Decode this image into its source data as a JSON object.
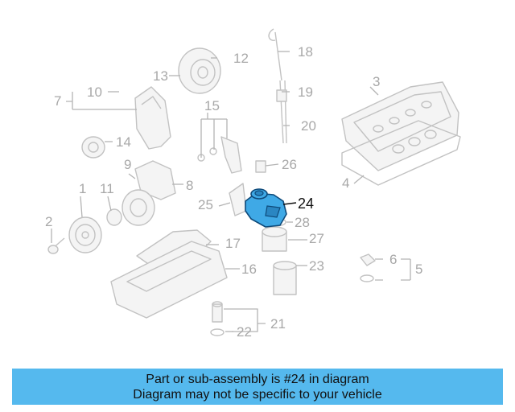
{
  "diagram": {
    "labels": [
      "1",
      "2",
      "3",
      "4",
      "5",
      "6",
      "7",
      "8",
      "9",
      "10",
      "11",
      "12",
      "13",
      "14",
      "15",
      "16",
      "17",
      "18",
      "19",
      "20",
      "21",
      "22",
      "23",
      "24",
      "25",
      "26",
      "27",
      "28"
    ],
    "highlight_label": "24",
    "highlight_color": "#3fa9e6",
    "line_color": "#bdbdbd"
  },
  "caption": {
    "line1": "Part or sub-assembly is #24 in diagram",
    "line2": "Diagram may not be specific to your vehicle",
    "background": "#55b9ee"
  }
}
